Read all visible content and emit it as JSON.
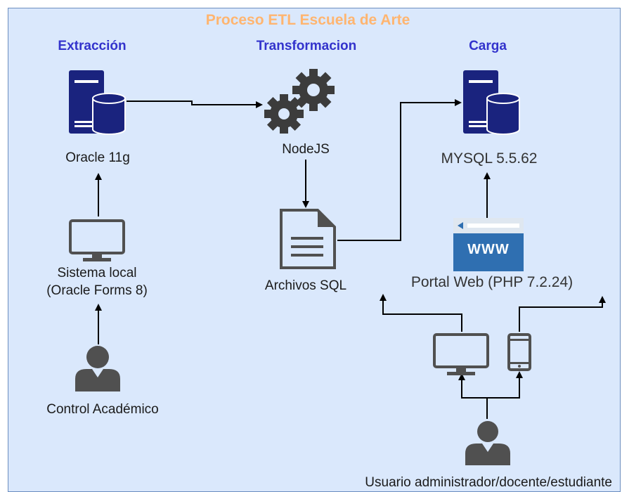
{
  "title": "Proceso ETL Escuela de Arte",
  "stages": {
    "extraction": "Extracción",
    "transformation": "Transformacion",
    "load": "Carga"
  },
  "nodes": {
    "oracle": "Oracle 11g",
    "nodejs": "NodeJS",
    "mysql": "MYSQL 5.5.62",
    "local_system_line1": "Sistema local",
    "local_system_line2": "(Oracle Forms 8)",
    "sql_files": "Archivos SQL",
    "portal": "Portal Web (PHP 7.2.24)",
    "academic_control": "Control Académico",
    "users": "Usuario administrador/docente/estudiante",
    "www_badge": "WWW"
  },
  "icons": {
    "oracle": "database-server-icon",
    "nodejs": "gears-icon",
    "mysql": "database-server-icon",
    "local_system": "desktop-monitor-icon",
    "sql_files": "document-icon",
    "portal": "web-browser-icon",
    "academic_control": "user-icon",
    "users": "user-icon",
    "user_desktop": "desktop-monitor-icon",
    "user_mobile": "mobile-phone-icon"
  },
  "colors": {
    "panel_fill": "#dae8fc",
    "panel_border": "#6c8ebf",
    "title": "#ffb570",
    "stage_heading": "#3333cc",
    "server": "#1a237e",
    "icon_gray": "#505050",
    "browser_blue": "#2f6fb1"
  }
}
